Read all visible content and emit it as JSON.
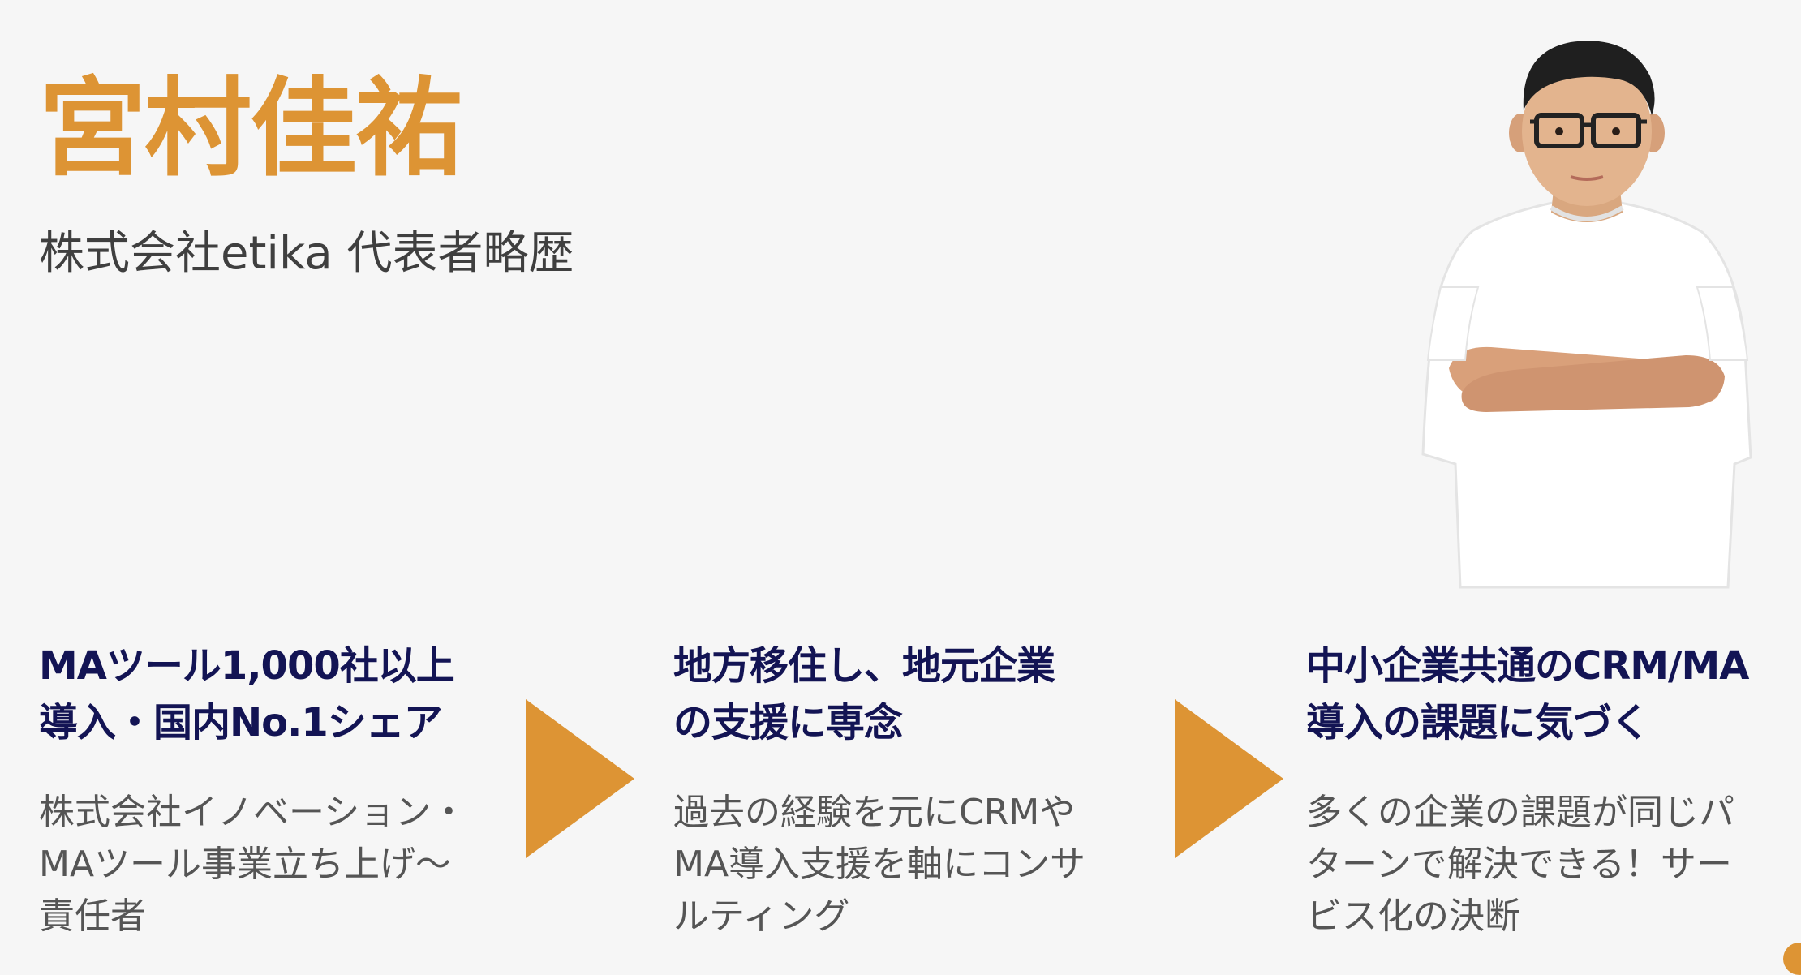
{
  "header": {
    "name": "宮村佳祐",
    "subtitle": "株式会社etika 代表者略歴"
  },
  "colors": {
    "accent": "#dd9434",
    "navy": "#131454",
    "body_text": "#555555",
    "background": "#f6f6f6"
  },
  "steps": [
    {
      "title": "MAツール1,000社以上\n導入・国内No.1シェア",
      "description": "株式会社イノベーション・\nMAツール事業立ち上げ〜\n責任者"
    },
    {
      "title": "地方移住し、地元企業\nの支援に専念",
      "description": "過去の経験を元にCRMや\nMA導入支援を軸にコンサ\nルティング"
    },
    {
      "title": "中小企業共通のCRM/MA\n導入の課題に気づく",
      "description": "多くの企業の課題が同じパ\nターンで解決できる！サー\nビス化の決断"
    }
  ],
  "icons": {
    "arrow": "triangle-right-icon",
    "portrait": "person-portrait"
  }
}
